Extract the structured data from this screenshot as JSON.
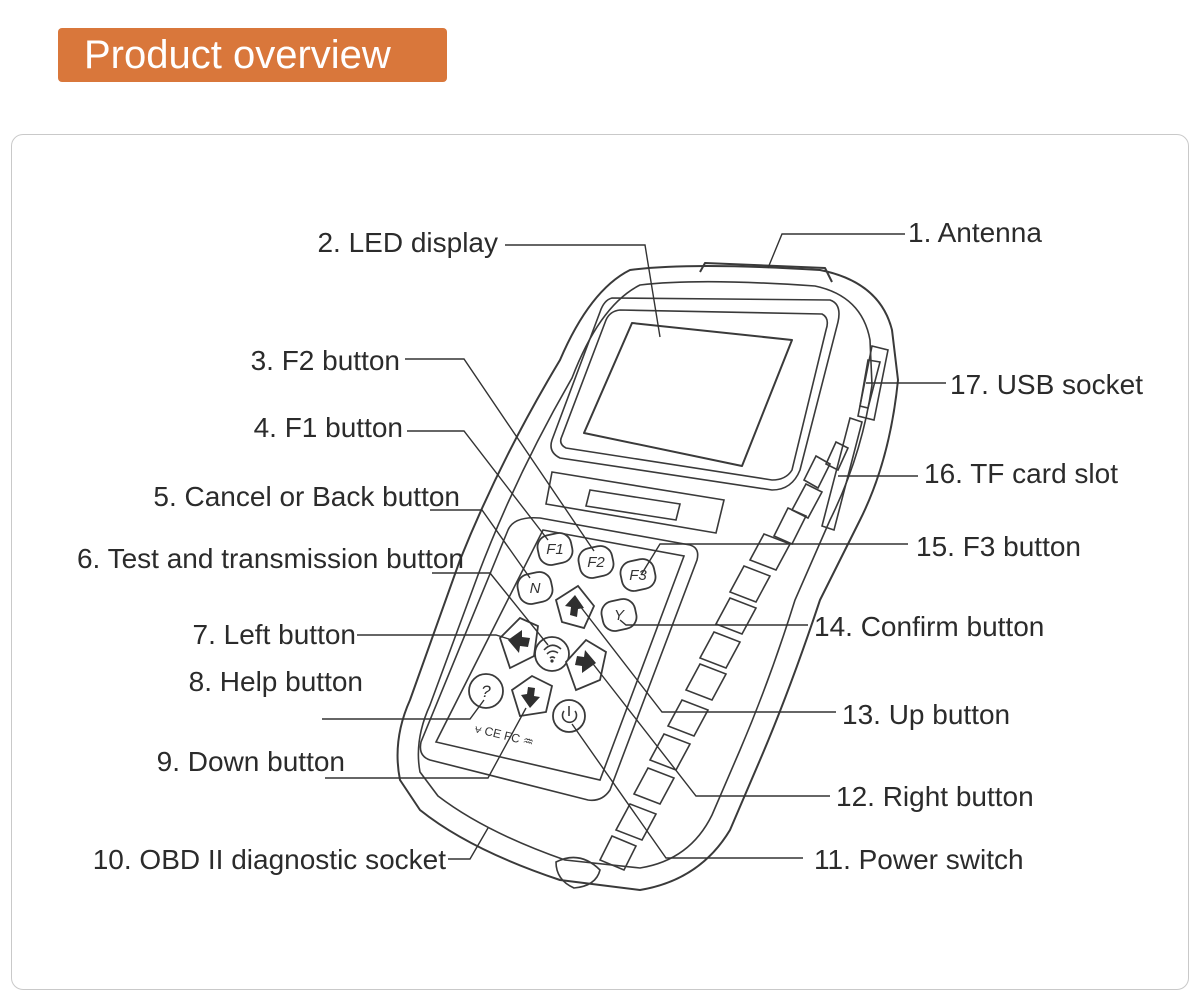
{
  "header": {
    "title": "Product overview"
  },
  "colors": {
    "accent": "#d9773b",
    "frame_border": "#c9c9c9",
    "line": "#333333"
  },
  "device": {
    "keys": {
      "f1": "F1",
      "f2": "F2",
      "f3": "F3",
      "n": "N",
      "y": "Y",
      "help": "?"
    },
    "marks": "⩝ CE FC ♒"
  },
  "callouts": {
    "antenna": "1. Antenna",
    "led_display": "2. LED display",
    "f2_button": "3. F2 button",
    "f1_button": "4. F1 button",
    "cancel_button": "5. Cancel or Back button",
    "test_button": "6. Test and transmission button",
    "left_button": "7. Left button",
    "help_button": "8. Help button",
    "down_button": "9. Down button",
    "obd_socket": "10. OBD II diagnostic socket",
    "power_switch": "11. Power switch",
    "right_button": "12. Right button",
    "up_button": "13. Up button",
    "confirm_button": "14. Confirm button",
    "f3_button": "15. F3 button",
    "tf_card_slot": "16. TF card slot",
    "usb_socket": "17. USB socket"
  }
}
